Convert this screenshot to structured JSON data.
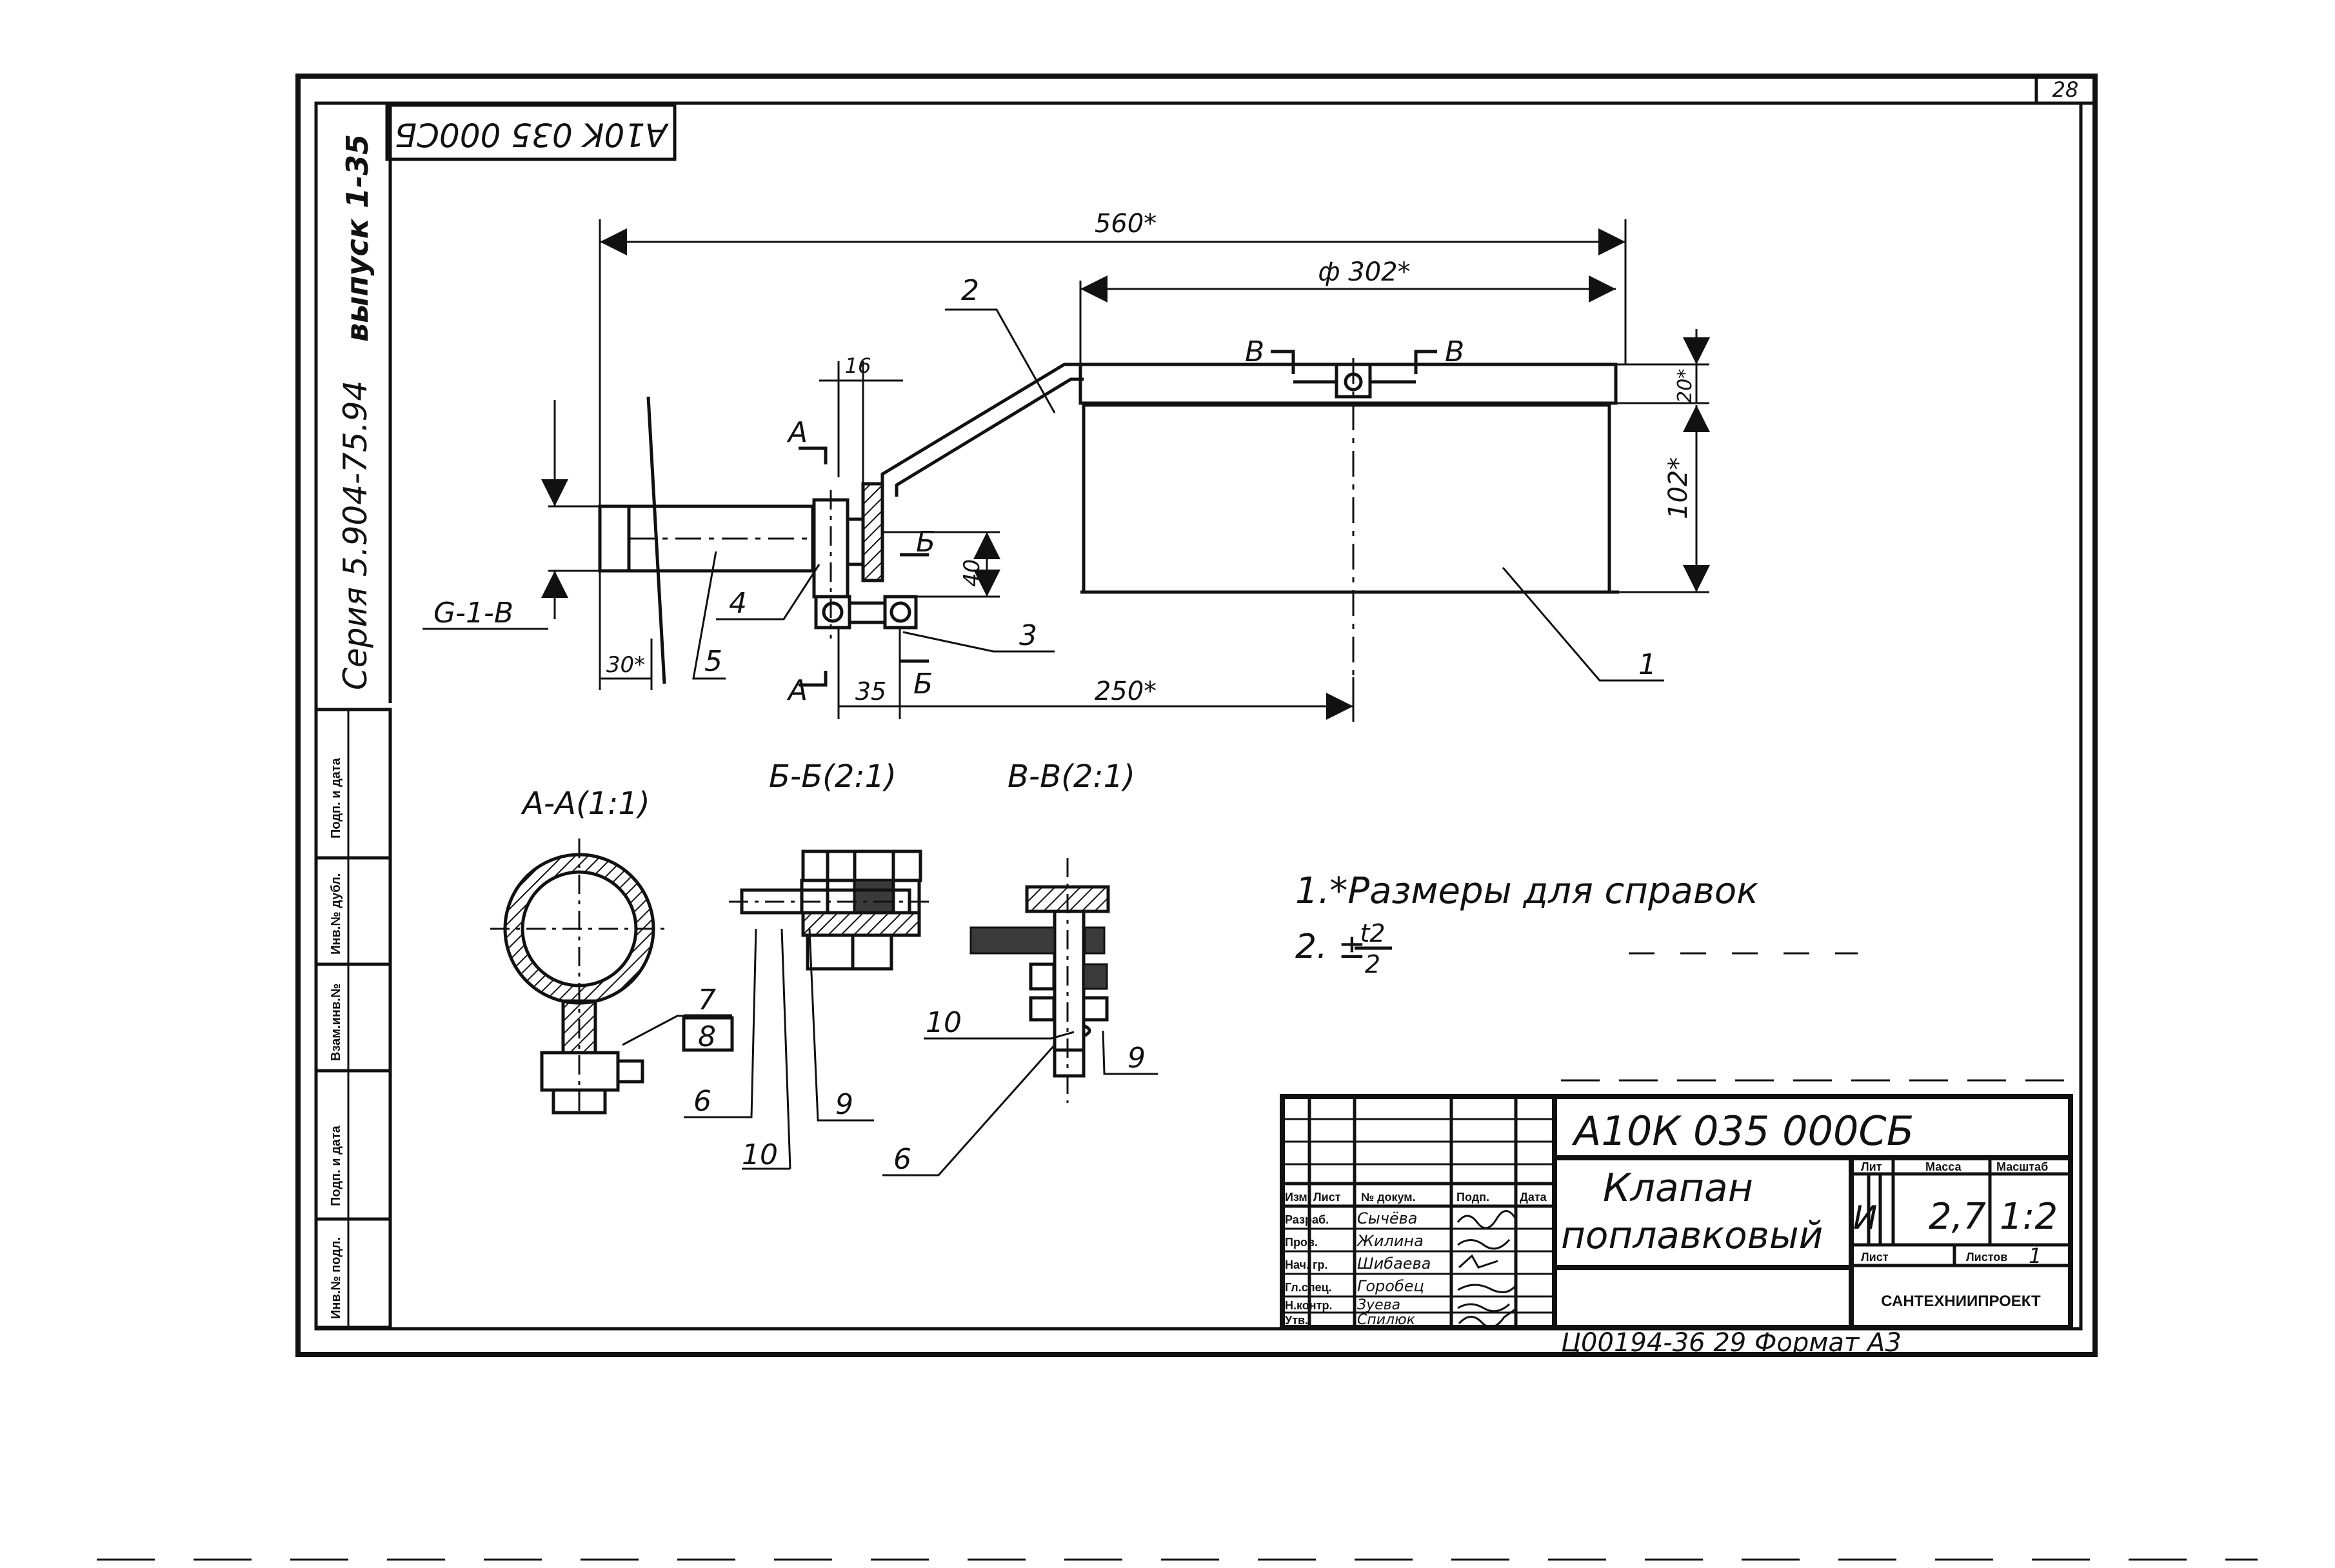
{
  "sheet": {
    "sheet_no": "28",
    "code_mirrored": "A10K 035 000СБ",
    "side_series": "Серия 5.904-75.94",
    "side_issue": "выпуск 1-35",
    "format_footer": "Ц00194-36   29  Формат  А3"
  },
  "left_margin_table": {
    "cells": [
      "Подп. и дата",
      "Инв.№ дубл.",
      "Взам.инв.№",
      "Подп. и дата",
      "Инв.№ подл."
    ]
  },
  "main_view": {
    "dims": {
      "d560": "560*",
      "d302": "ф 302*",
      "d16": "16",
      "d20": "20*",
      "d102": "102*",
      "d40": "40",
      "d30": "30*",
      "d35": "35",
      "d250": "250*",
      "thread": "G-1-B"
    },
    "section_marks": {
      "a": "А",
      "b": "Б",
      "v": "В"
    },
    "leaders": {
      "p1": "1",
      "p2": "2",
      "p3": "3",
      "p4": "4",
      "p5": "5"
    }
  },
  "sections": {
    "aa_title": "А-А(1:1)",
    "bb_title": "Б-Б(2:1)",
    "vv_title": "В-В(2:1)",
    "leaders": {
      "p6a": "6",
      "p6b": "6",
      "p7": "7",
      "p8": "8",
      "p9a": "9",
      "p9b": "9",
      "p10a": "10",
      "p10b": "10"
    }
  },
  "notes": {
    "n1": "1.*Размеры для справок",
    "n2_prefix": "2. ±",
    "n2_num": "t2",
    "n2_den": "2"
  },
  "title_block": {
    "designation": "А10К 035 000СБ",
    "name_line1": "Клапан",
    "name_line2": "поплавковый",
    "head": {
      "lit": "Лит",
      "mass": "Масса",
      "scale": "Масштаб",
      "sheet": "Лист",
      "sheets": "Листов"
    },
    "values": {
      "lit": "И",
      "mass": "2,7",
      "scale": "1:2",
      "sheets": "1"
    },
    "org": "САНТЕХНИИПРОЕКТ",
    "col_heads": {
      "izm": "Изм",
      "list": "Лист",
      "doc": "№ докум.",
      "sign": "Подп.",
      "date": "Дата"
    },
    "roles": [
      "Разраб.",
      "Пров.",
      "Нач. гр.",
      "Гл.спец.",
      "Н.контр.",
      "Утв."
    ],
    "names": [
      "Сычёва",
      "Жилина",
      "Шибаева",
      "Горобец",
      "Зуева",
      "Спилюк"
    ]
  }
}
